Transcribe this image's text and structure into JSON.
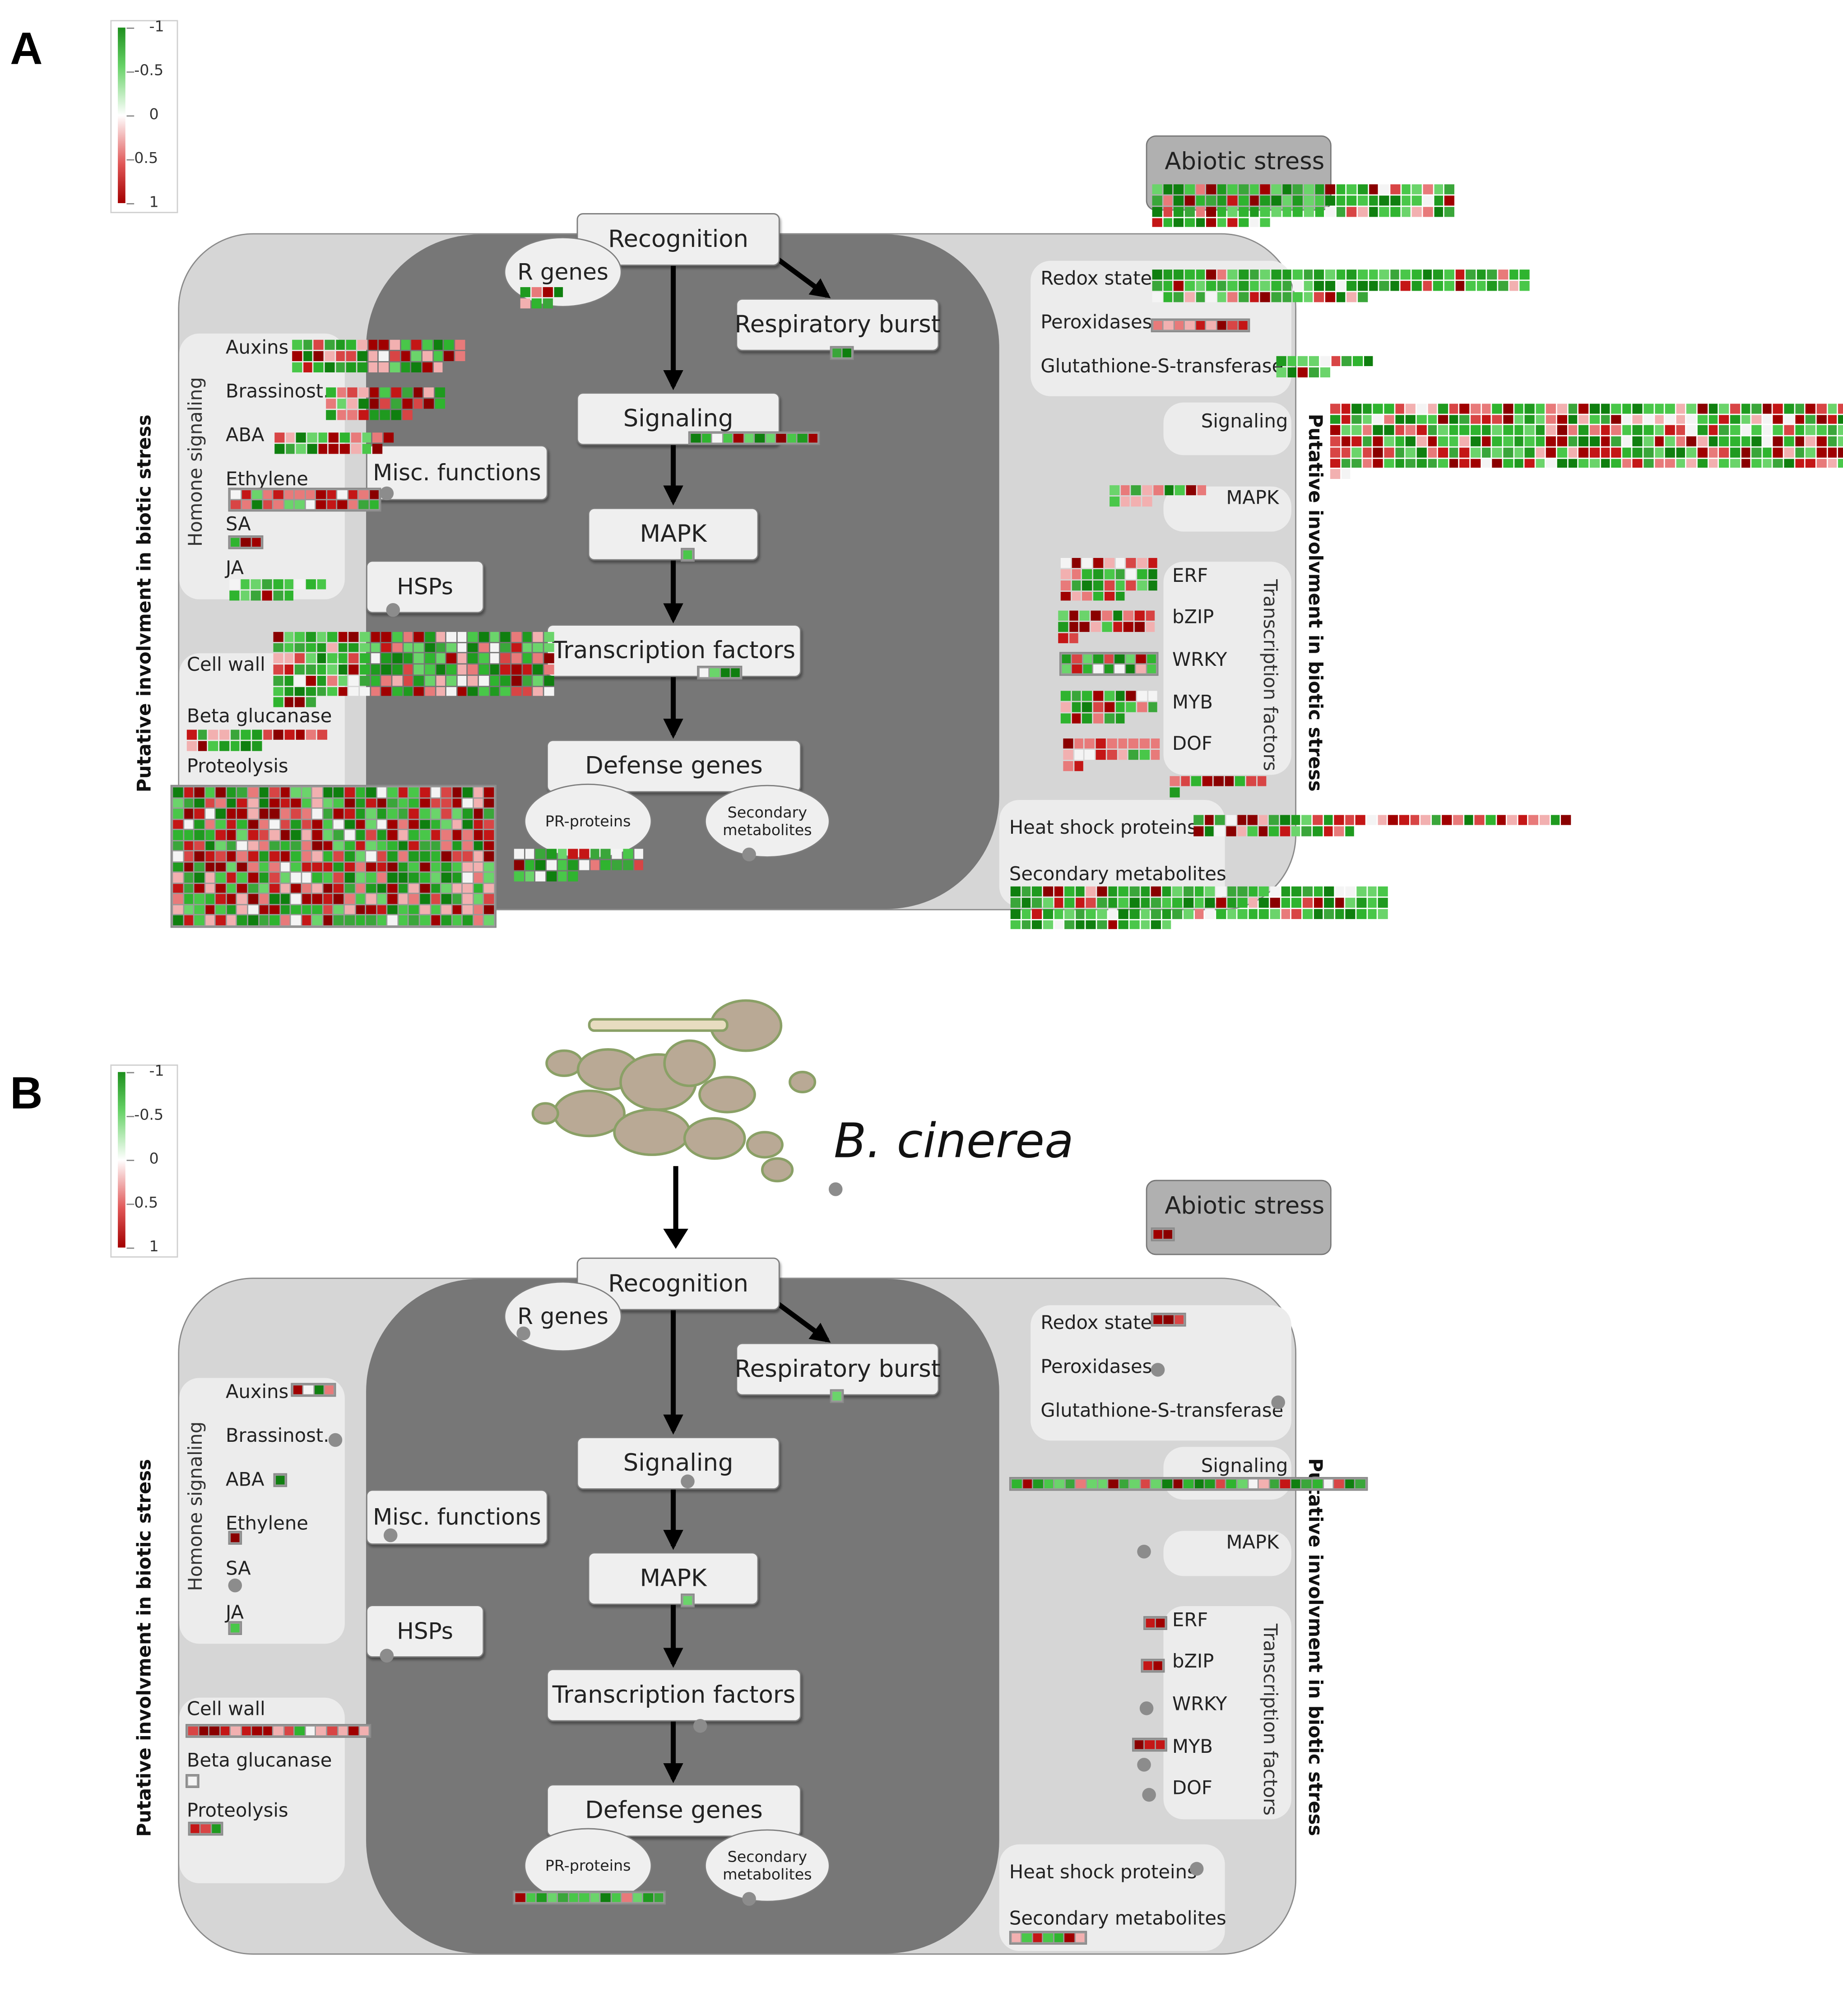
{
  "figure": {
    "panels": [
      {
        "letter": "A",
        "legend": {
          "ticks": [
            "-1",
            "-0.5",
            "0",
            "0.5",
            "1"
          ]
        },
        "abiotic_stress": "Abiotic stress",
        "side_labels": {
          "left": "Putative involvment in biotic stress",
          "right": "Putative involvment in biotic stress"
        },
        "hormone_group": "Homone signaling",
        "tf_group": "Transcription factors",
        "central": {
          "recognition": "Recognition",
          "r_genes": "R genes",
          "respiratory_burst": "Respiratory burst",
          "signaling": "Signaling",
          "mapk": "MAPK",
          "transcription_factors": "Transcription factors",
          "defense_genes": "Defense genes",
          "pr_proteins": "PR-proteins",
          "secondary_metabolites": "Secondary metabolites",
          "misc_functions": "Misc. functions",
          "hsps": "HSPs"
        },
        "left_labels": {
          "auxins": "Auxins",
          "brassinost": "Brassinost.",
          "aba": "ABA",
          "ethylene": "Ethylene",
          "sa": "SA",
          "ja": "JA",
          "cell_wall": "Cell wall",
          "beta_glucanase": "Beta glucanase",
          "proteolysis": "Proteolysis"
        },
        "right_labels": {
          "redox_state": "Redox state",
          "peroxidases": "Peroxidases",
          "gst": "Glutathione-S-transferase",
          "signaling": "Signaling",
          "mapk": "MAPK",
          "erf": "ERF",
          "bzip": "bZIP",
          "wrky": "WRKY",
          "myb": "MYB",
          "dof": "DOF",
          "heat_shock": "Heat shock proteins",
          "secondary_metabolites": "Secondary metabolites"
        },
        "heatmaps": [
          {
            "bin": "abiotic-stress",
            "cols": 28,
            "cells": 95,
            "mix": 0.3
          },
          {
            "bin": "r-genes",
            "cols": 4,
            "cells": 7,
            "mix": 0.5
          },
          {
            "bin": "respiratory-burst",
            "cols": 2,
            "cells": 2,
            "mix": 0.0
          },
          {
            "bin": "signaling-central",
            "cols": 12,
            "cells": 12,
            "mix": 0.2
          },
          {
            "bin": "mapk-central",
            "cols": 1,
            "cells": 1,
            "mix": 0.0
          },
          {
            "bin": "transcription-factors-central",
            "cols": 4,
            "cells": 4,
            "mix": 0.0
          },
          {
            "bin": "pr-proteins",
            "cols": 12,
            "cells": 30,
            "mix": 0.2
          },
          {
            "bin": "auxins",
            "cols": 16,
            "cells": 46,
            "mix": 0.5
          },
          {
            "bin": "brassinost",
            "cols": 11,
            "cells": 30,
            "mix": 0.7
          },
          {
            "bin": "aba",
            "cols": 11,
            "cells": 21,
            "mix": 0.5
          },
          {
            "bin": "ethylene",
            "cols": 14,
            "cells": 28,
            "mix": 0.6
          },
          {
            "bin": "sa",
            "cols": 3,
            "cells": 3,
            "mix": 0.7
          },
          {
            "bin": "ja",
            "cols": 9,
            "cells": 15,
            "mix": 0.2
          },
          {
            "bin": "cell-wall",
            "cols": 26,
            "cells": 160,
            "mix": 0.3
          },
          {
            "bin": "beta-glucanase",
            "cols": 13,
            "cells": 20,
            "mix": 0.7
          },
          {
            "bin": "proteolysis",
            "cols": 30,
            "cells": 390,
            "mix": 0.55
          },
          {
            "bin": "redox-state",
            "cols": 35,
            "cells": 90,
            "mix": 0.2
          },
          {
            "bin": "peroxidases",
            "cols": 9,
            "cells": 9,
            "mix": 0.9
          },
          {
            "bin": "gst",
            "cols": 9,
            "cells": 14,
            "mix": 0.4
          },
          {
            "bin": "signaling-right",
            "cols": 48,
            "cells": 290,
            "mix": 0.45
          },
          {
            "bin": "mapk-right",
            "cols": 9,
            "cells": 13,
            "mix": 0.6
          },
          {
            "bin": "erf",
            "cols": 9,
            "cells": 33,
            "mix": 0.5
          },
          {
            "bin": "bzip",
            "cols": 9,
            "cells": 20,
            "mix": 0.7
          },
          {
            "bin": "wrky",
            "cols": 9,
            "cells": 18,
            "mix": 0.3
          },
          {
            "bin": "myb",
            "cols": 9,
            "cells": 24,
            "mix": 0.5
          },
          {
            "bin": "dof",
            "cols": 9,
            "cells": 20,
            "mix": 0.8
          },
          {
            "bin": "tf-extra",
            "cols": 9,
            "cells": 10,
            "mix": 0.9
          },
          {
            "bin": "heat-shock",
            "cols": 35,
            "cells": 50,
            "mix": 0.65
          },
          {
            "bin": "secondary-metabolites-right",
            "cols": 35,
            "cells": 120,
            "mix": 0.2
          }
        ]
      },
      {
        "letter": "B",
        "pathogen": "B. cinerea",
        "legend": {
          "ticks": [
            "-1",
            "-0.5",
            "0",
            "0.5",
            "1"
          ]
        },
        "abiotic_stress": "Abiotic stress",
        "side_labels": {
          "left": "Putative involvment in biotic stress",
          "right": "Putative involvment in biotic stress"
        },
        "hormone_group": "Homone signaling",
        "tf_group": "Transcription factors",
        "central": {
          "recognition": "Recognition",
          "r_genes": "R genes",
          "respiratory_burst": "Respiratory burst",
          "signaling": "Signaling",
          "mapk": "MAPK",
          "transcription_factors": "Transcription factors",
          "defense_genes": "Defense genes",
          "pr_proteins": "PR-proteins",
          "secondary_metabolites": "Secondary metabolites",
          "misc_functions": "Misc. functions",
          "hsps": "HSPs"
        },
        "left_labels": {
          "auxins": "Auxins",
          "brassinost": "Brassinost.",
          "aba": "ABA",
          "ethylene": "Ethylene",
          "sa": "SA",
          "ja": "JA",
          "cell_wall": "Cell wall",
          "beta_glucanase": "Beta glucanase",
          "proteolysis": "Proteolysis"
        },
        "right_labels": {
          "redox_state": "Redox state",
          "peroxidases": "Peroxidases",
          "gst": "Glutathione-S-transferase",
          "signaling": "Signaling",
          "mapk": "MAPK",
          "erf": "ERF",
          "bzip": "bZIP",
          "wrky": "WRKY",
          "myb": "MYB",
          "dof": "DOF",
          "heat_shock": "Heat shock proteins",
          "secondary_metabolites": "Secondary metabolites"
        },
        "heatmaps": [
          {
            "bin": "abiotic-stress",
            "cols": 2,
            "cells": 2,
            "mix": 1.0
          },
          {
            "bin": "respiratory-burst",
            "cols": 1,
            "cells": 1,
            "mix": 0.0
          },
          {
            "bin": "mapk-central",
            "cols": 1,
            "cells": 1,
            "mix": 0.0
          },
          {
            "bin": "pr-proteins",
            "cols": 14,
            "cells": 14,
            "mix": 0.2
          },
          {
            "bin": "auxins",
            "cols": 4,
            "cells": 4,
            "mix": 0.8
          },
          {
            "bin": "aba",
            "cols": 1,
            "cells": 1,
            "mix": 0.0
          },
          {
            "bin": "ethylene",
            "cols": 1,
            "cells": 1,
            "mix": 1.0
          },
          {
            "bin": "ja",
            "cols": 1,
            "cells": 1,
            "mix": 0.0
          },
          {
            "bin": "cell-wall",
            "cols": 17,
            "cells": 17,
            "mix": 0.9
          },
          {
            "bin": "beta-glucanase",
            "cols": 1,
            "cells": 1,
            "mix": 1.0
          },
          {
            "bin": "proteolysis",
            "cols": 3,
            "cells": 3,
            "mix": 0.5
          },
          {
            "bin": "redox-state",
            "cols": 3,
            "cells": 3,
            "mix": 1.0
          },
          {
            "bin": "signaling-right",
            "cols": 33,
            "cells": 33,
            "mix": 0.3
          },
          {
            "bin": "erf",
            "cols": 2,
            "cells": 2,
            "mix": 1.0
          },
          {
            "bin": "bzip",
            "cols": 2,
            "cells": 2,
            "mix": 1.0
          },
          {
            "bin": "myb",
            "cols": 3,
            "cells": 3,
            "mix": 0.6
          },
          {
            "bin": "secondary-metabolites-right",
            "cols": 7,
            "cells": 7,
            "mix": 0.5
          }
        ]
      }
    ]
  }
}
